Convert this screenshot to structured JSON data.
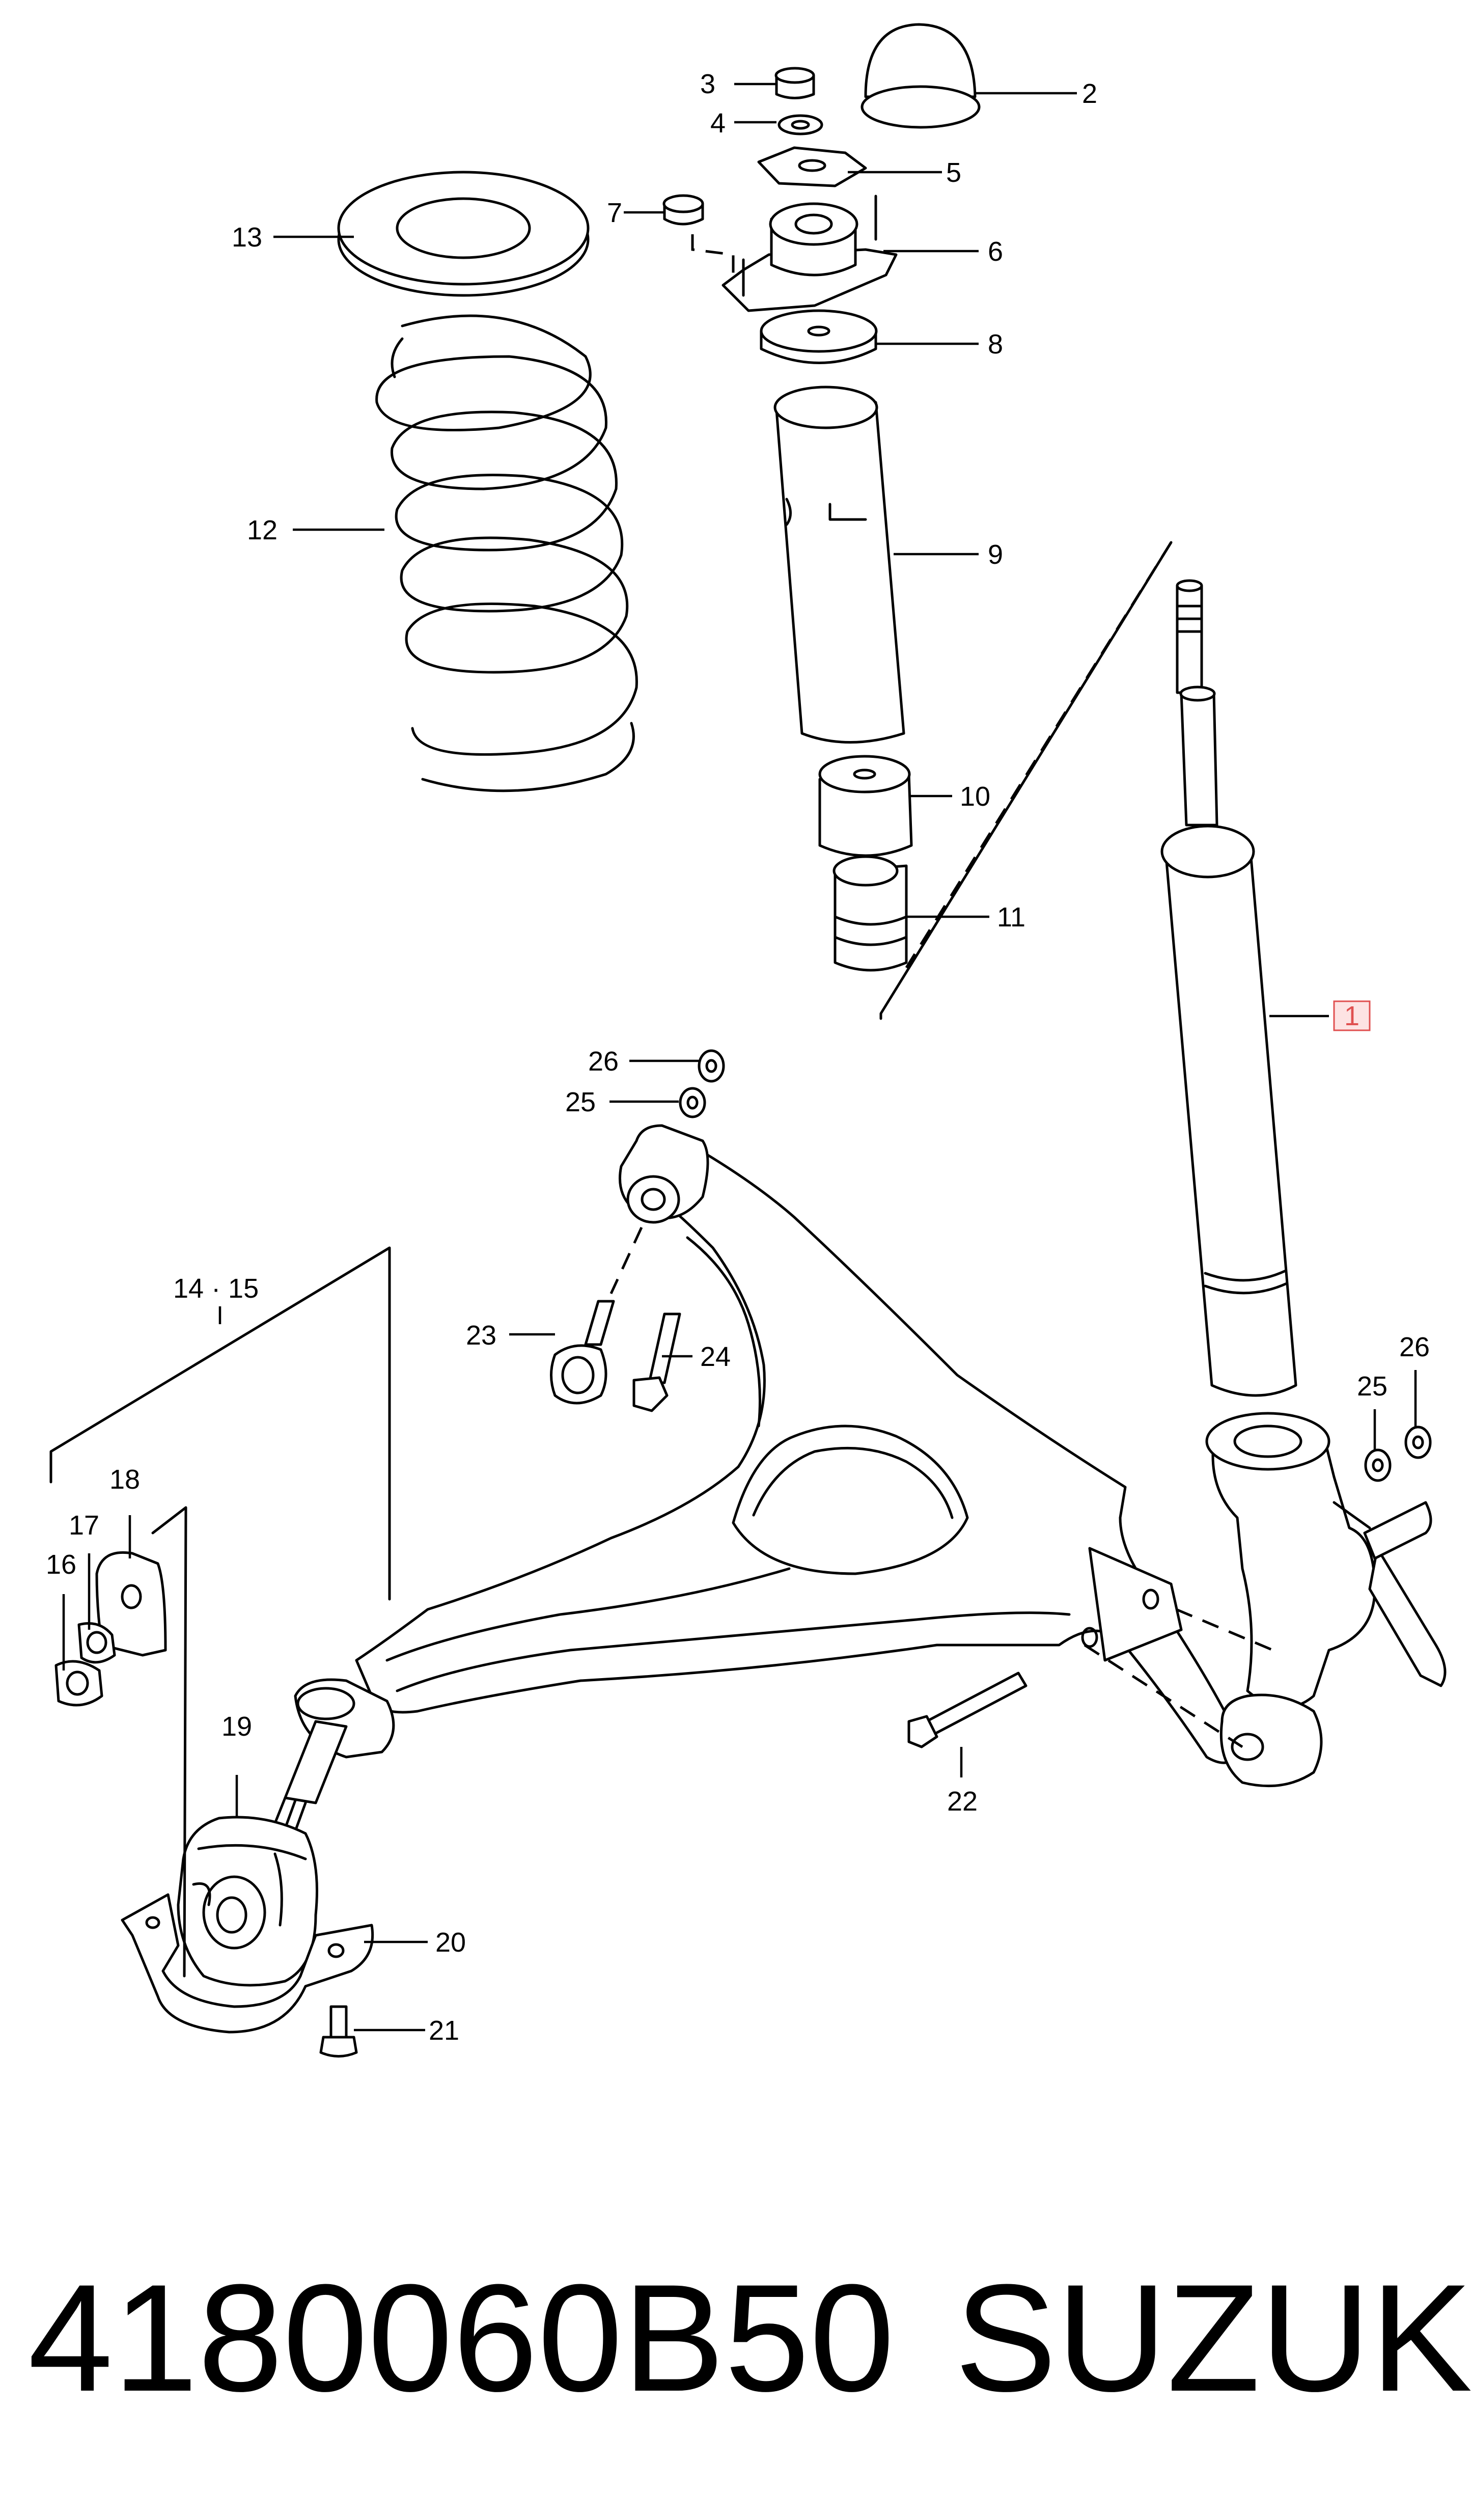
{
  "callouts": {
    "c1": "1",
    "c2": "2",
    "c3": "3",
    "c4": "4",
    "c5": "5",
    "c6": "6",
    "c7": "7",
    "c8": "8",
    "c9": "9",
    "c10": "10",
    "c11": "11",
    "c12": "12",
    "c13": "13",
    "c14_15": "14 · 15",
    "c16": "16",
    "c17": "17",
    "c18": "18",
    "c19": "19",
    "c20": "20",
    "c21": "21",
    "c22": "22",
    "c23": "23",
    "c24": "24",
    "c25a": "25",
    "c26a": "26",
    "c25b": "25",
    "c26b": "26"
  },
  "highlighted_callout": "1",
  "highlight_color": "#e05050",
  "caption": {
    "part_number": "4180060B50",
    "brand": "SUZUKI"
  }
}
